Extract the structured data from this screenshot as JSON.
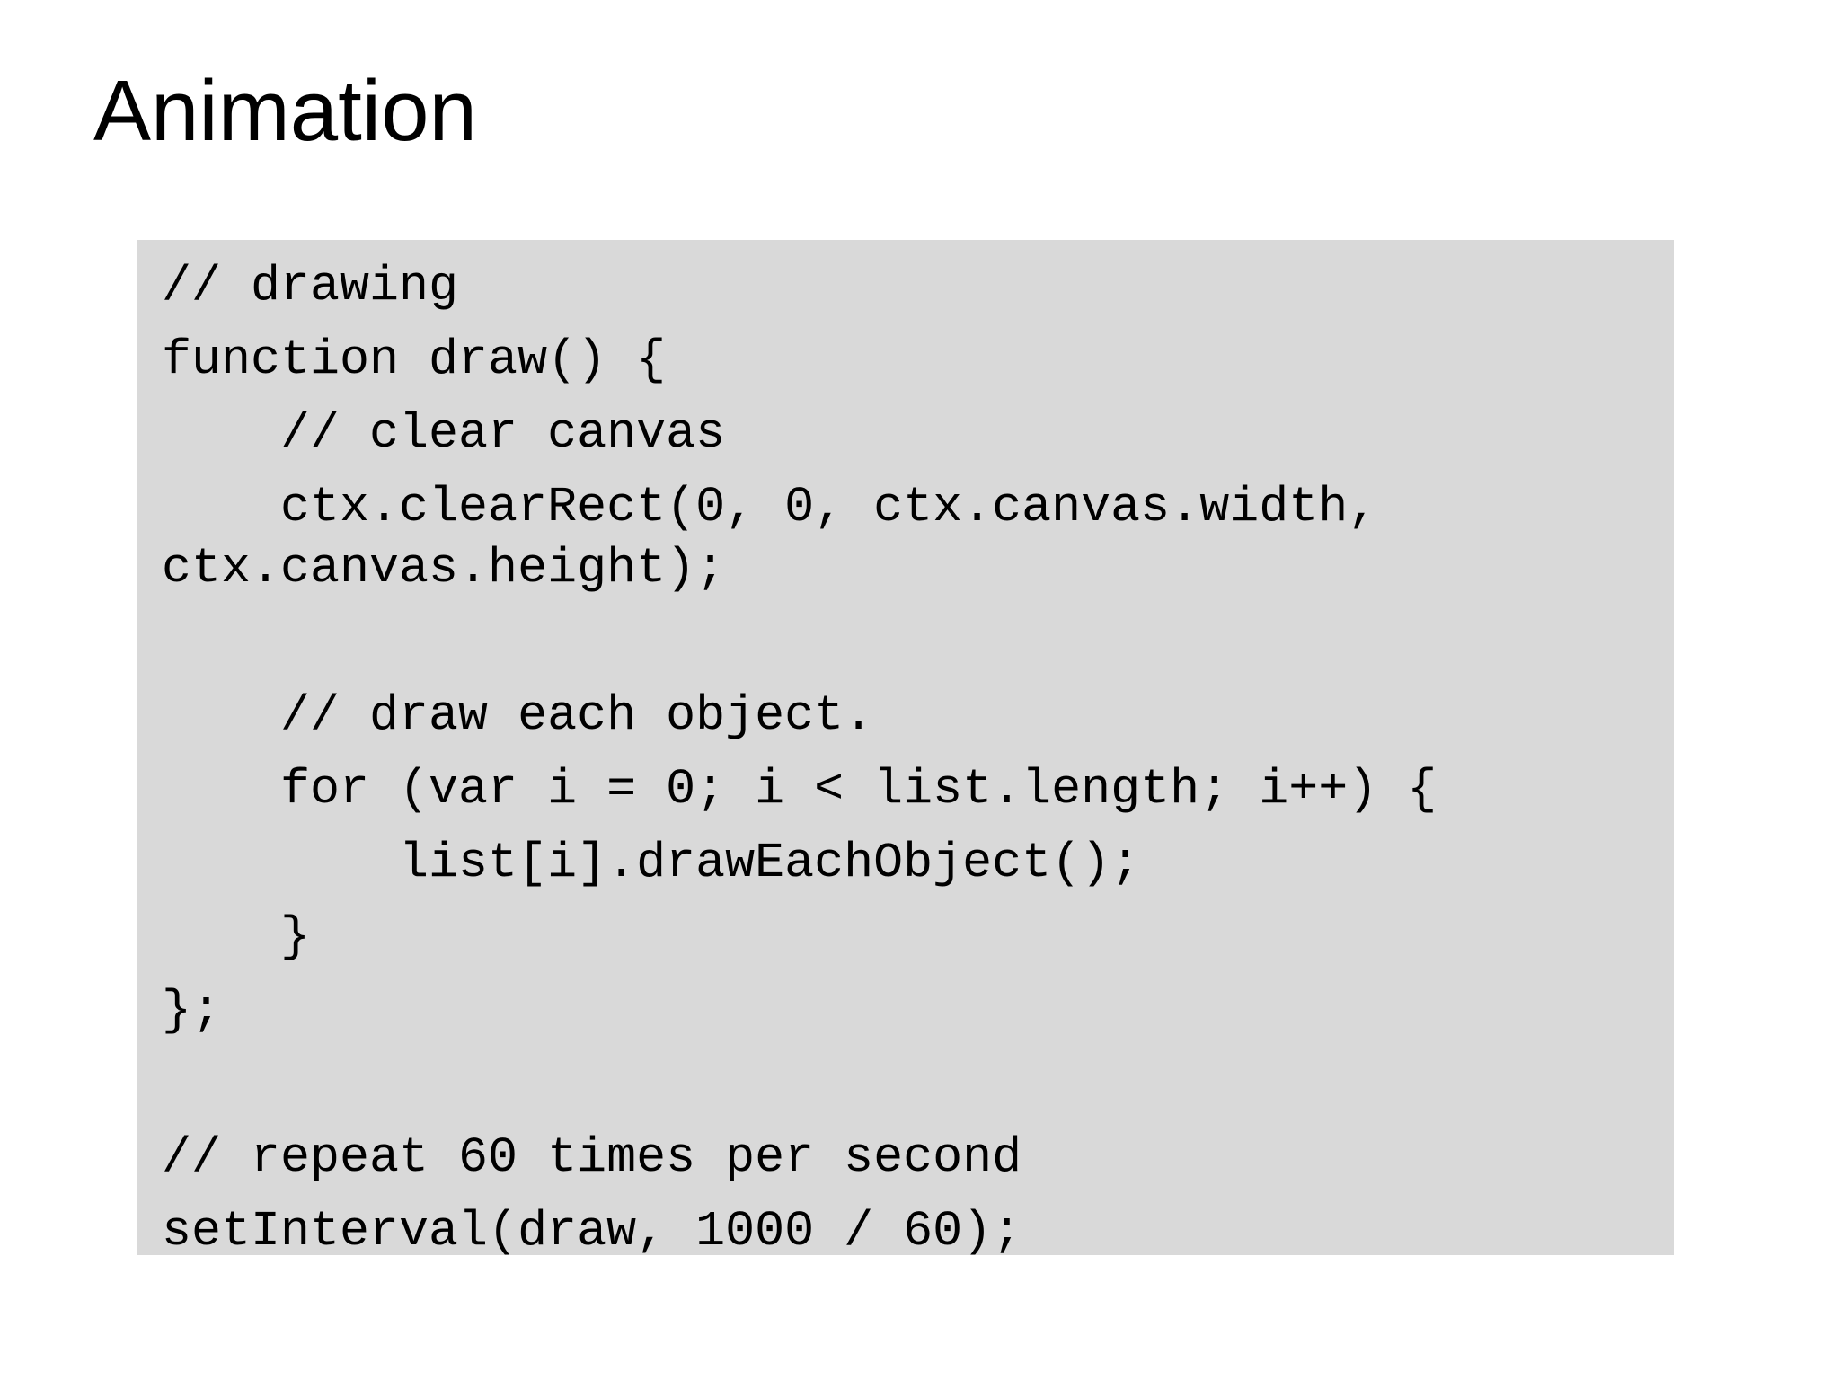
{
  "slide": {
    "title": "Animation",
    "background_color": "#ffffff",
    "title_color": "#000000"
  },
  "code_block": {
    "background_color": "#d9d9d9",
    "text_color": "#000000",
    "paragraphs": [
      {
        "lines": [
          "// drawing"
        ]
      },
      {
        "lines": [
          "function draw() {"
        ]
      },
      {
        "lines": [
          "    // clear canvas"
        ]
      },
      {
        "lines": [
          "    ctx.clearRect(0, 0, ctx.canvas.width,",
          "ctx.canvas.height);"
        ]
      },
      {
        "lines": [
          ""
        ]
      },
      {
        "lines": [
          "    // draw each object."
        ]
      },
      {
        "lines": [
          "    for (var i = 0; i < list.length; i++) {"
        ]
      },
      {
        "lines": [
          "        list[i].drawEachObject();"
        ]
      },
      {
        "lines": [
          "    }"
        ]
      },
      {
        "lines": [
          "};"
        ]
      },
      {
        "lines": [
          ""
        ]
      },
      {
        "lines": [
          "// repeat 60 times per second"
        ]
      },
      {
        "lines": [
          "setInterval(draw, 1000 / 60);"
        ]
      }
    ]
  }
}
